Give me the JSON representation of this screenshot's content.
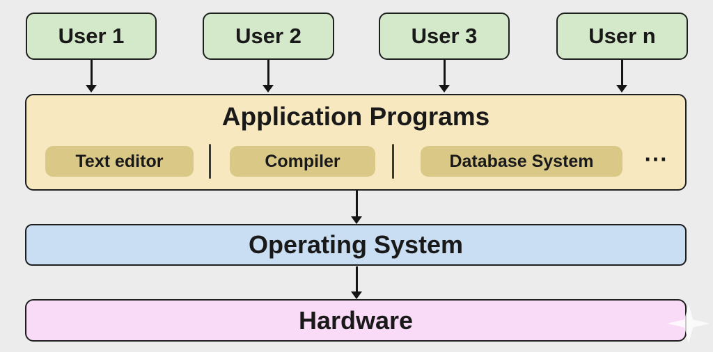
{
  "colors": {
    "canvas-bg": "#ececec",
    "box-border": "#1e1e1e",
    "text": "#191919",
    "user-fill": "#d4e8ca",
    "app-fill": "#f7e8c0",
    "program-fill": "#dac887",
    "divider": "#3b392e",
    "os-fill": "#c9def3",
    "hw-fill": "#fadbf7",
    "arrow": "#151515"
  },
  "users": [
    {
      "label": "User 1"
    },
    {
      "label": "User 2"
    },
    {
      "label": "User 3"
    },
    {
      "label": "User n"
    }
  ],
  "application": {
    "title": "Application Programs",
    "programs": [
      {
        "label": "Text editor"
      },
      {
        "label": "Compiler"
      },
      {
        "label": "Database System"
      }
    ],
    "more_label": "⋯"
  },
  "operating_system": {
    "label": "Operating System"
  },
  "hardware": {
    "label": "Hardware"
  },
  "icons": {
    "sparkle": "four-pointed-star"
  }
}
